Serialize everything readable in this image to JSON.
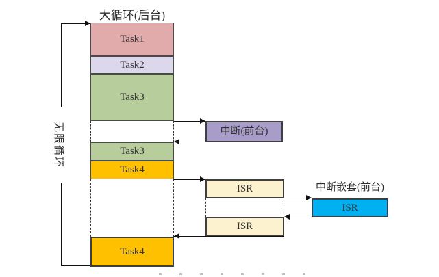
{
  "title": "大循环(后台)",
  "loop_label": "无限循环",
  "stack": {
    "tasks": [
      {
        "label": "Task1",
        "color": "#e2abab"
      },
      {
        "label": "Task2",
        "color": "#dcd7ea"
      },
      {
        "label": "Task3",
        "color": "#b7cd9b"
      },
      {
        "label": "Task3",
        "color": "#b7cd9b"
      },
      {
        "label": "Task4",
        "color": "#ffc000"
      },
      {
        "label": "Task4",
        "color": "#ffc000"
      }
    ]
  },
  "interrupt": {
    "label": "中断(前台)",
    "color": "#a89cc9"
  },
  "isr": {
    "label": "ISR",
    "color": "#fdf2d0"
  },
  "nested": {
    "label": "中断嵌套(前台)",
    "isr_label": "ISR",
    "color": "#00b0f0"
  },
  "colors": {
    "line": "#111111",
    "task_border": "#4a4a4a",
    "thick_border": "#3f3f3f"
  }
}
